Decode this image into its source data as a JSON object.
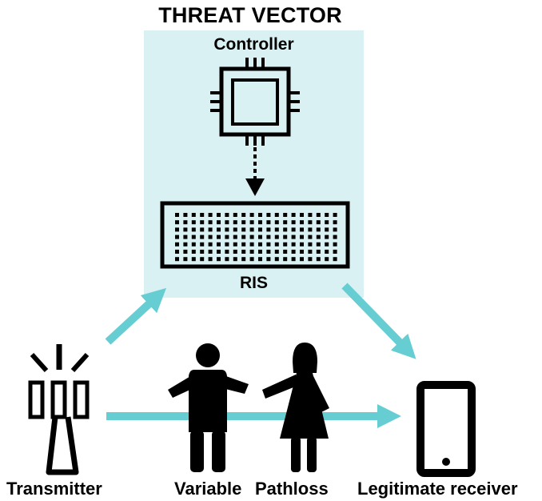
{
  "title": "THREAT VECTOR",
  "controller_label": "Controller",
  "ris_label": "RIS",
  "transmitter_label": "Transmitter",
  "variable_label": "Variable",
  "pathloss_label": "Pathloss",
  "receiver_label": "Legitimate  receiver",
  "colors": {
    "threat_panel": "#d9f1f3",
    "link_arrow": "#66cdd3",
    "ink": "#000000"
  },
  "icons": [
    "microchip-icon",
    "ris-panel-icon",
    "antenna-tower-icon",
    "man-icon",
    "woman-icon",
    "smartphone-icon"
  ]
}
